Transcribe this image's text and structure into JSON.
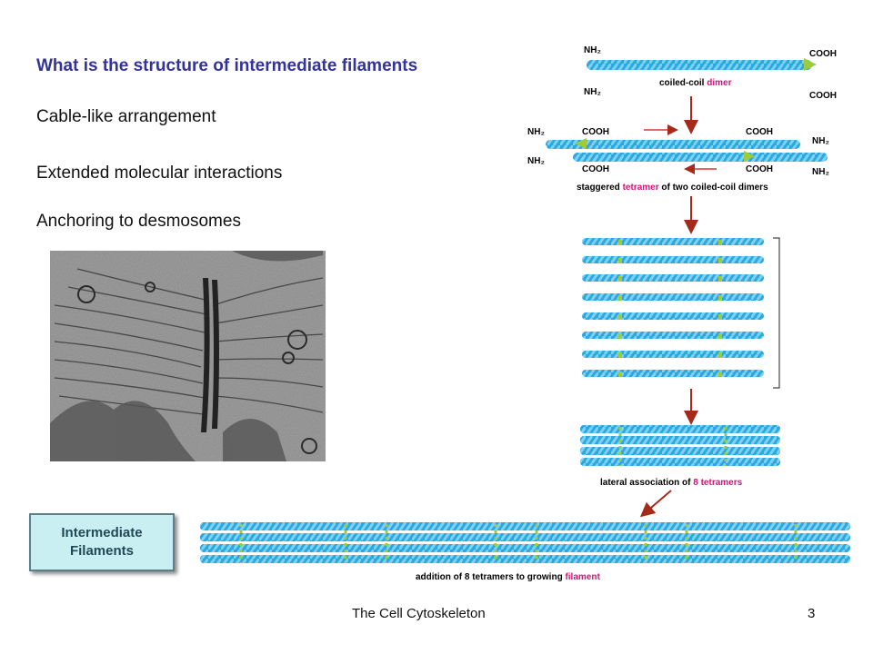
{
  "slide": {
    "title": "What is the structure of intermediate filaments",
    "bullets": [
      "Cable-like arrangement",
      "Extended molecular interactions",
      "Anchoring to desmosomes"
    ],
    "side_box": {
      "line1": "Intermediate",
      "line2": "Filaments"
    },
    "footer": {
      "course": "The Cell Cytoskeleton",
      "page": "3"
    }
  },
  "diagram": {
    "nh2": "NH₂",
    "cooh": "COOH",
    "dimer_caption_pre": "coiled-coil ",
    "dimer_caption_hl": "dimer",
    "tetramer_pre": "staggered ",
    "tetramer_hl": "tetramer",
    "tetramer_post": " of two coiled-coil dimers",
    "lateral_pre": "lateral association of ",
    "lateral_hl": "8 tetramers",
    "addition_pre": "addition of 8 tetramers to growing ",
    "addition_hl": "filament",
    "colors": {
      "filament": "#2aa8e0",
      "filament_light": "#7fd0f2",
      "head": "#9ccc3c",
      "highlight": "#d6127a",
      "arrow": "#a52a1a"
    }
  }
}
